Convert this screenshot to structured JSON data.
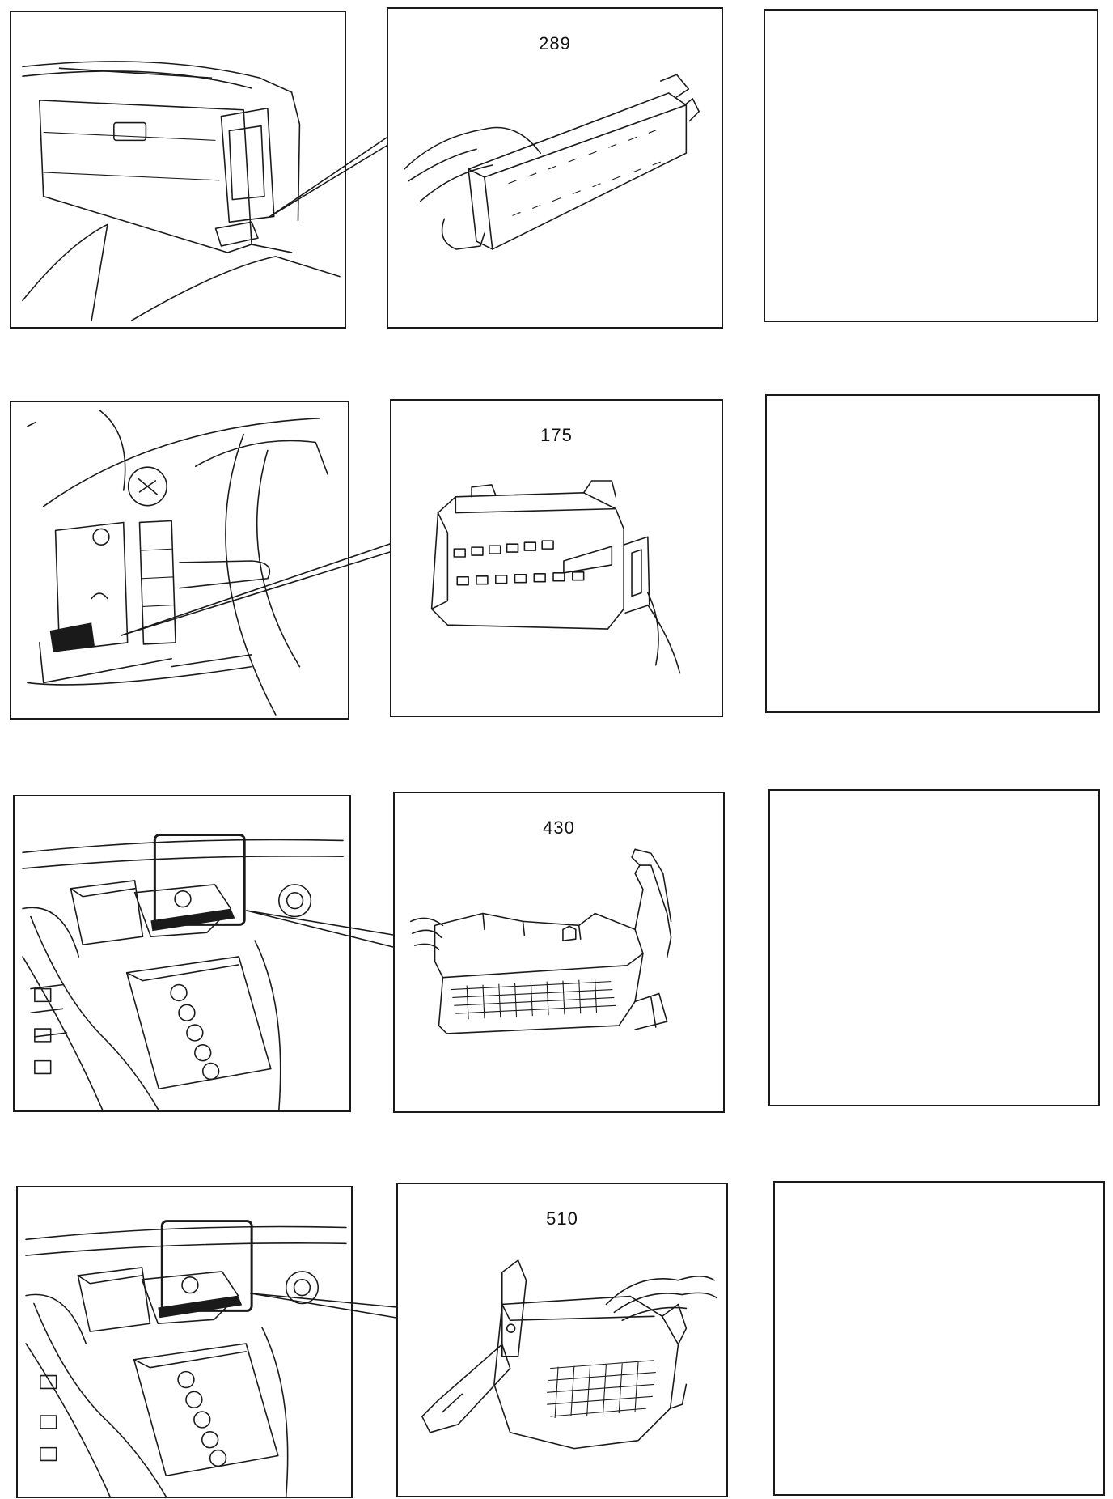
{
  "rows": [
    {
      "connector_number": "289"
    },
    {
      "connector_number": "175"
    },
    {
      "connector_number": "430"
    },
    {
      "connector_number": "510"
    }
  ],
  "colors": {
    "ink": "#1a1a1a",
    "paper": "#ffffff"
  },
  "icons": [
    "dashboard-location-illustration",
    "connector-illustration",
    "engine-bay-location-illustration"
  ]
}
